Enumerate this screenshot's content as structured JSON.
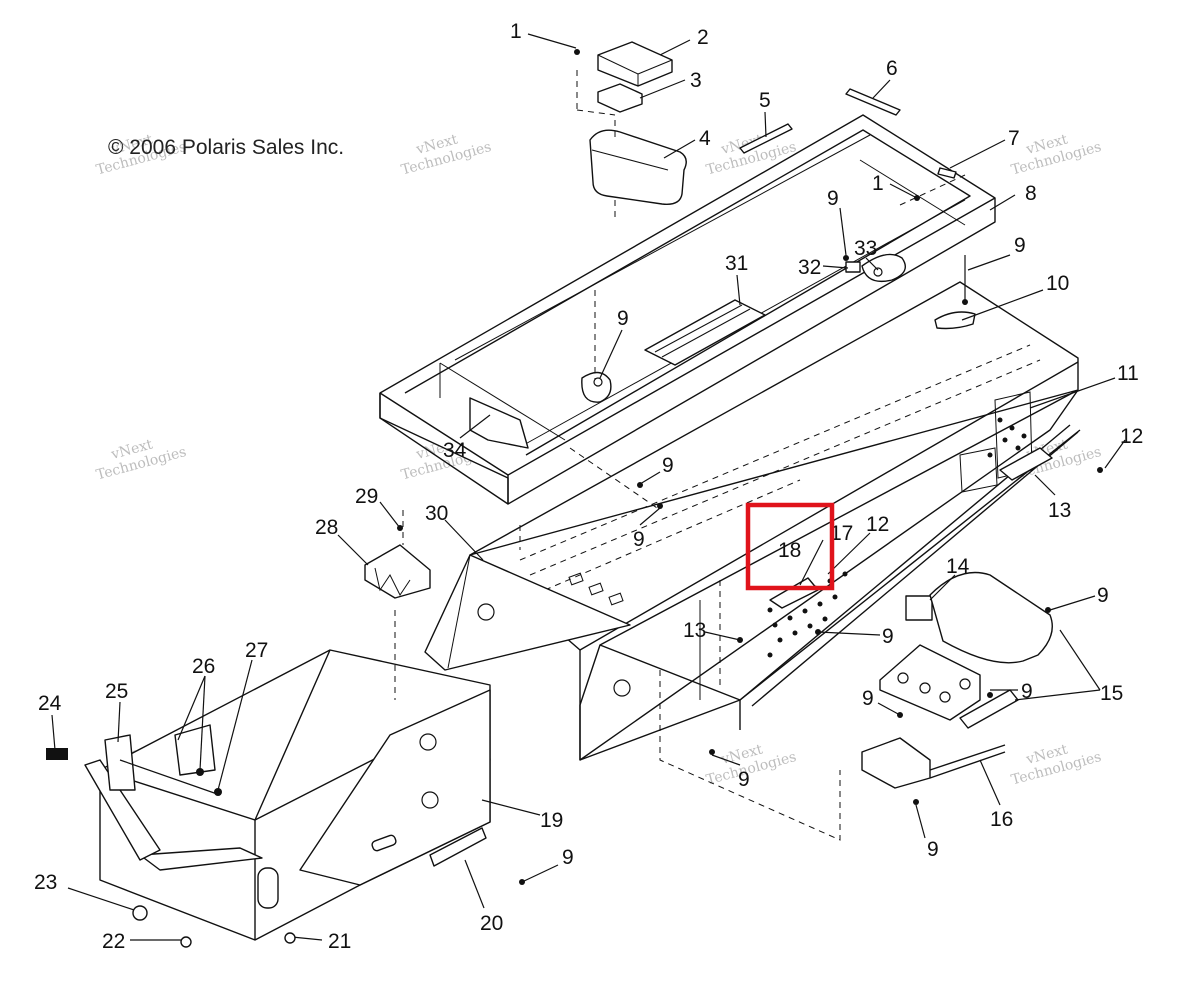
{
  "copyright": "© 2006 Polaris Sales Inc.",
  "watermark": {
    "line1": "vNext",
    "line2": "Technologies",
    "inline": "vNext Technologies"
  },
  "highlight_color": "#e0131b",
  "callouts": {
    "c1a": "1",
    "c2": "2",
    "c3": "3",
    "c4": "4",
    "c5": "5",
    "c6": "6",
    "c7": "7",
    "c1b": "1",
    "c8": "8",
    "c9a": "9",
    "c33": "33",
    "c32": "32",
    "c9b": "9",
    "c10": "10",
    "c31": "31",
    "c9c": "9",
    "c11": "11",
    "c12a": "12",
    "c34": "34",
    "c9d": "9",
    "c13a": "13",
    "c29": "29",
    "c30": "30",
    "c9e": "9",
    "c28": "28",
    "c18": "18",
    "c17": "17",
    "c12b": "12",
    "c14": "14",
    "c9f": "9",
    "c13b": "13",
    "c9g": "9",
    "c26": "26",
    "c27": "27",
    "c24": "24",
    "c25": "25",
    "c9h": "9",
    "c9i": "9",
    "c15": "15",
    "c9j": "9",
    "c19": "19",
    "c16": "16",
    "c9k": "9",
    "c9l": "9",
    "c23": "23",
    "c20": "20",
    "c22": "22",
    "c21": "21"
  }
}
